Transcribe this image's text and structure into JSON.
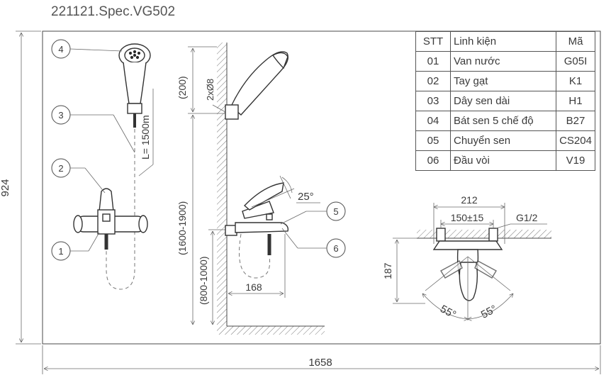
{
  "title": "221121.Spec.VG502",
  "dimensions": {
    "height_total": "924",
    "width_total": "1658",
    "shower_head_height": "(200)",
    "rail_holes": "2xØ8",
    "hose_length": "L= 1500m",
    "mount_height": "(1600-1900)",
    "spout_height": "(800-1000)",
    "spout_reach": "168",
    "lever_angle": "25°",
    "outer_width": "212",
    "center_distance": "150±15",
    "thread": "G1/2",
    "depth": "187",
    "swing_left": "55°",
    "swing_right": "55°"
  },
  "callouts": [
    "1",
    "2",
    "3",
    "4",
    "5",
    "6"
  ],
  "table": {
    "headers": [
      "STT",
      "Linh kiện",
      "Mã"
    ],
    "rows": [
      [
        "01",
        "Van nước",
        "G05I"
      ],
      [
        "02",
        "Tay gạt",
        "K1"
      ],
      [
        "03",
        "Dây sen dài",
        "H1"
      ],
      [
        "04",
        "Bát sen 5 chế độ",
        "B27"
      ],
      [
        "05",
        "Chuyển sen",
        "CS204"
      ],
      [
        "06",
        "Đầu vòi",
        "V19"
      ]
    ]
  },
  "colors": {
    "line": "#4a4a4a",
    "text": "#3a3a3a",
    "background": "#ffffff"
  }
}
